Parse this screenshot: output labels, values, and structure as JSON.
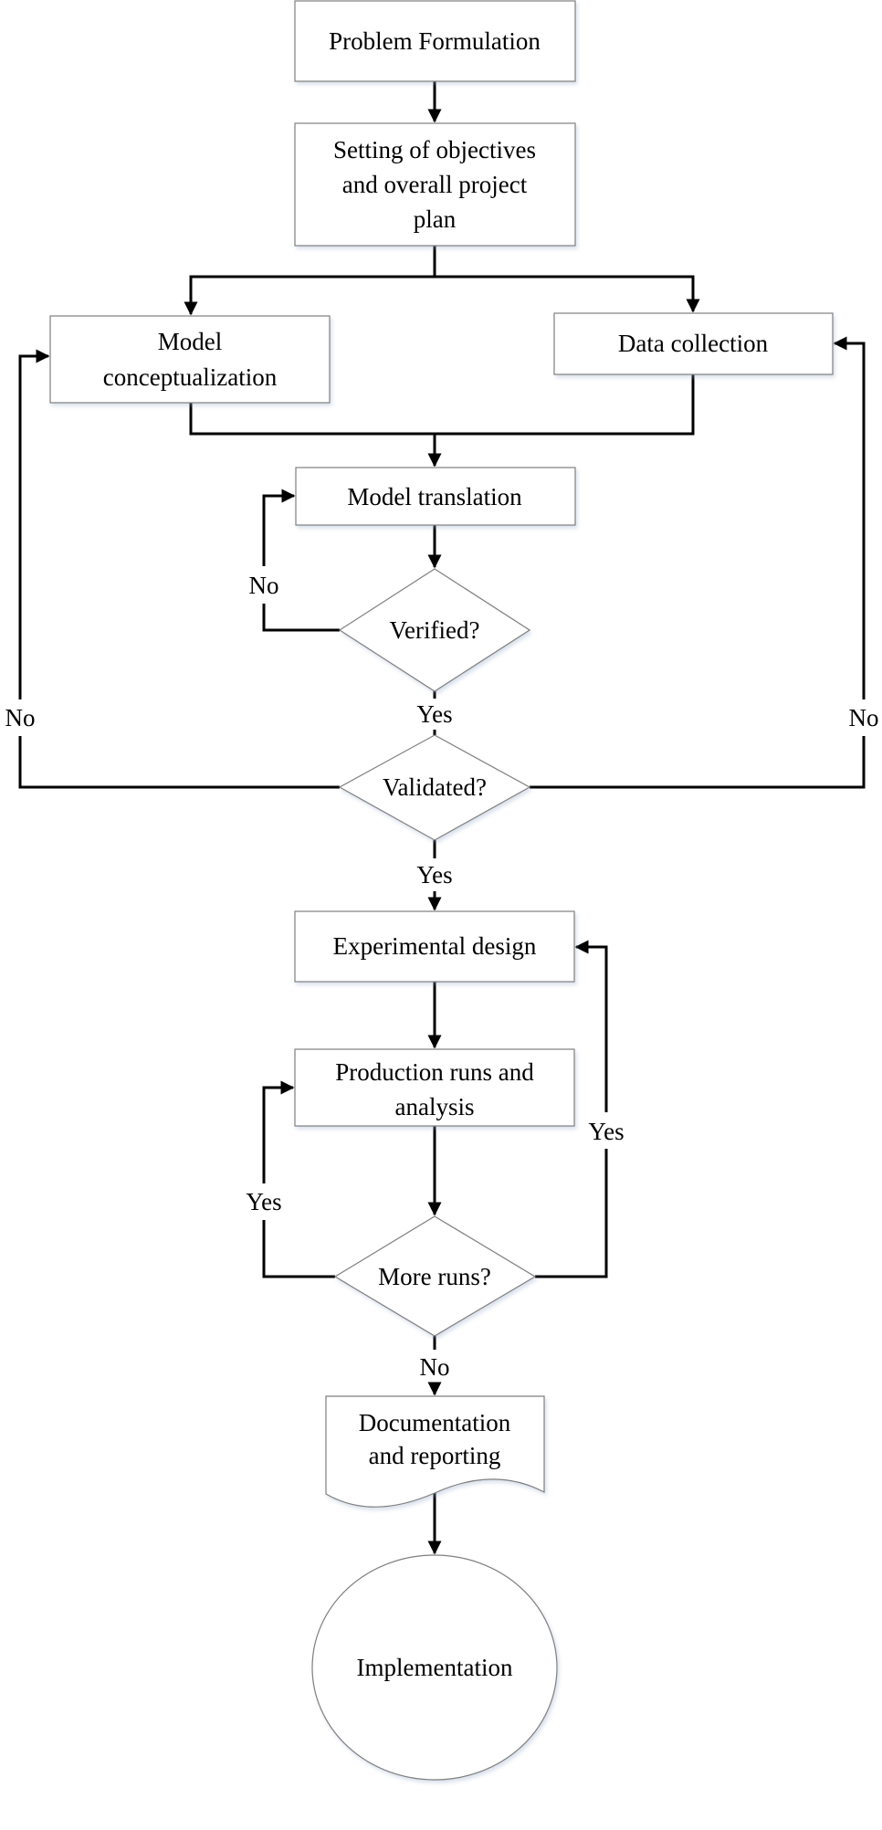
{
  "diagram": {
    "nodes": {
      "problem_formulation": {
        "type": "process",
        "lines": [
          "Problem Formulation"
        ]
      },
      "setting_objectives": {
        "type": "process",
        "lines": [
          "Setting of objectives",
          "and overall project",
          "plan"
        ]
      },
      "model_conceptualization": {
        "type": "process",
        "lines": [
          "Model",
          "conceptualization"
        ]
      },
      "data_collection": {
        "type": "process",
        "lines": [
          "Data collection"
        ]
      },
      "model_translation": {
        "type": "process",
        "lines": [
          "Model translation"
        ]
      },
      "verified": {
        "type": "decision",
        "lines": [
          "Verified?"
        ]
      },
      "validated": {
        "type": "decision",
        "lines": [
          "Validated?"
        ]
      },
      "experimental_design": {
        "type": "process",
        "lines": [
          "Experimental design"
        ]
      },
      "production_runs": {
        "type": "process",
        "lines": [
          "Production runs and",
          "analysis"
        ]
      },
      "more_runs": {
        "type": "decision",
        "lines": [
          "More runs?"
        ]
      },
      "documentation": {
        "type": "document",
        "lines": [
          "Documentation",
          "and reporting"
        ]
      },
      "implementation": {
        "type": "terminal",
        "lines": [
          "Implementation"
        ]
      }
    },
    "edge_labels": {
      "verified_no": "No",
      "verified_yes": "Yes",
      "validated_no_left": "No",
      "validated_no_right": "No",
      "validated_yes": "Yes",
      "more_runs_yes_left": "Yes",
      "more_runs_yes_right": "Yes",
      "more_runs_no": "No"
    },
    "edges": [
      {
        "from": "problem_formulation",
        "to": "setting_objectives"
      },
      {
        "from": "setting_objectives",
        "to": "model_conceptualization"
      },
      {
        "from": "setting_objectives",
        "to": "data_collection"
      },
      {
        "from": "model_conceptualization",
        "to": "model_translation"
      },
      {
        "from": "data_collection",
        "to": "model_translation"
      },
      {
        "from": "model_translation",
        "to": "verified"
      },
      {
        "from": "verified",
        "to": "model_translation",
        "label": "No"
      },
      {
        "from": "verified",
        "to": "validated",
        "label": "Yes"
      },
      {
        "from": "validated",
        "to": "model_conceptualization",
        "label": "No"
      },
      {
        "from": "validated",
        "to": "data_collection",
        "label": "No"
      },
      {
        "from": "validated",
        "to": "experimental_design",
        "label": "Yes"
      },
      {
        "from": "experimental_design",
        "to": "production_runs"
      },
      {
        "from": "production_runs",
        "to": "more_runs"
      },
      {
        "from": "more_runs",
        "to": "production_runs",
        "label": "Yes"
      },
      {
        "from": "more_runs",
        "to": "experimental_design",
        "label": "Yes"
      },
      {
        "from": "more_runs",
        "to": "documentation",
        "label": "No"
      },
      {
        "from": "documentation",
        "to": "implementation"
      }
    ]
  }
}
